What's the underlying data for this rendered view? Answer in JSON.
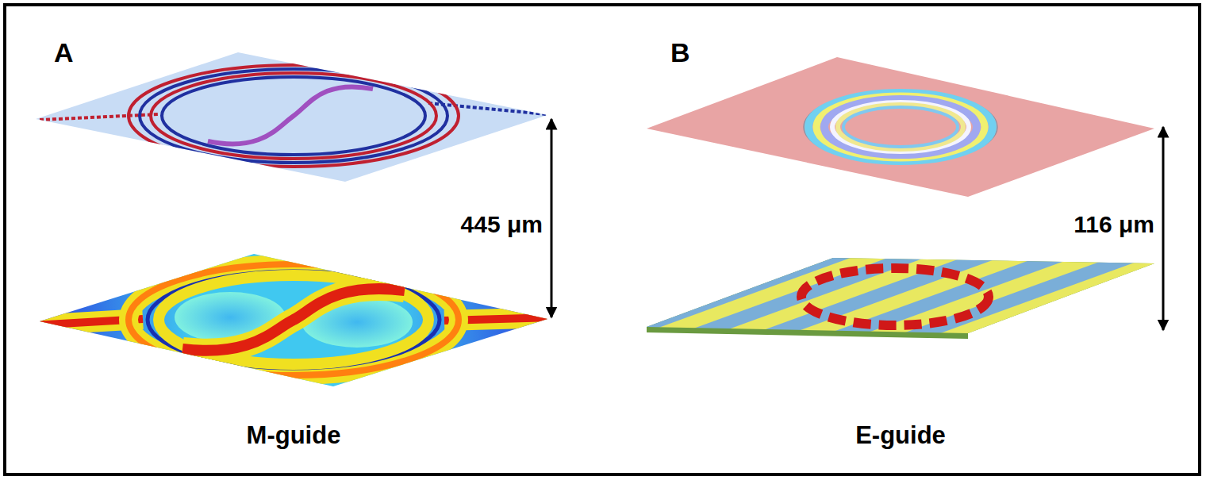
{
  "diagram": {
    "labels": [
      "A",
      "445 μm",
      "M-guide",
      "B",
      "116 μm",
      "E-guide"
    ]
  }
}
